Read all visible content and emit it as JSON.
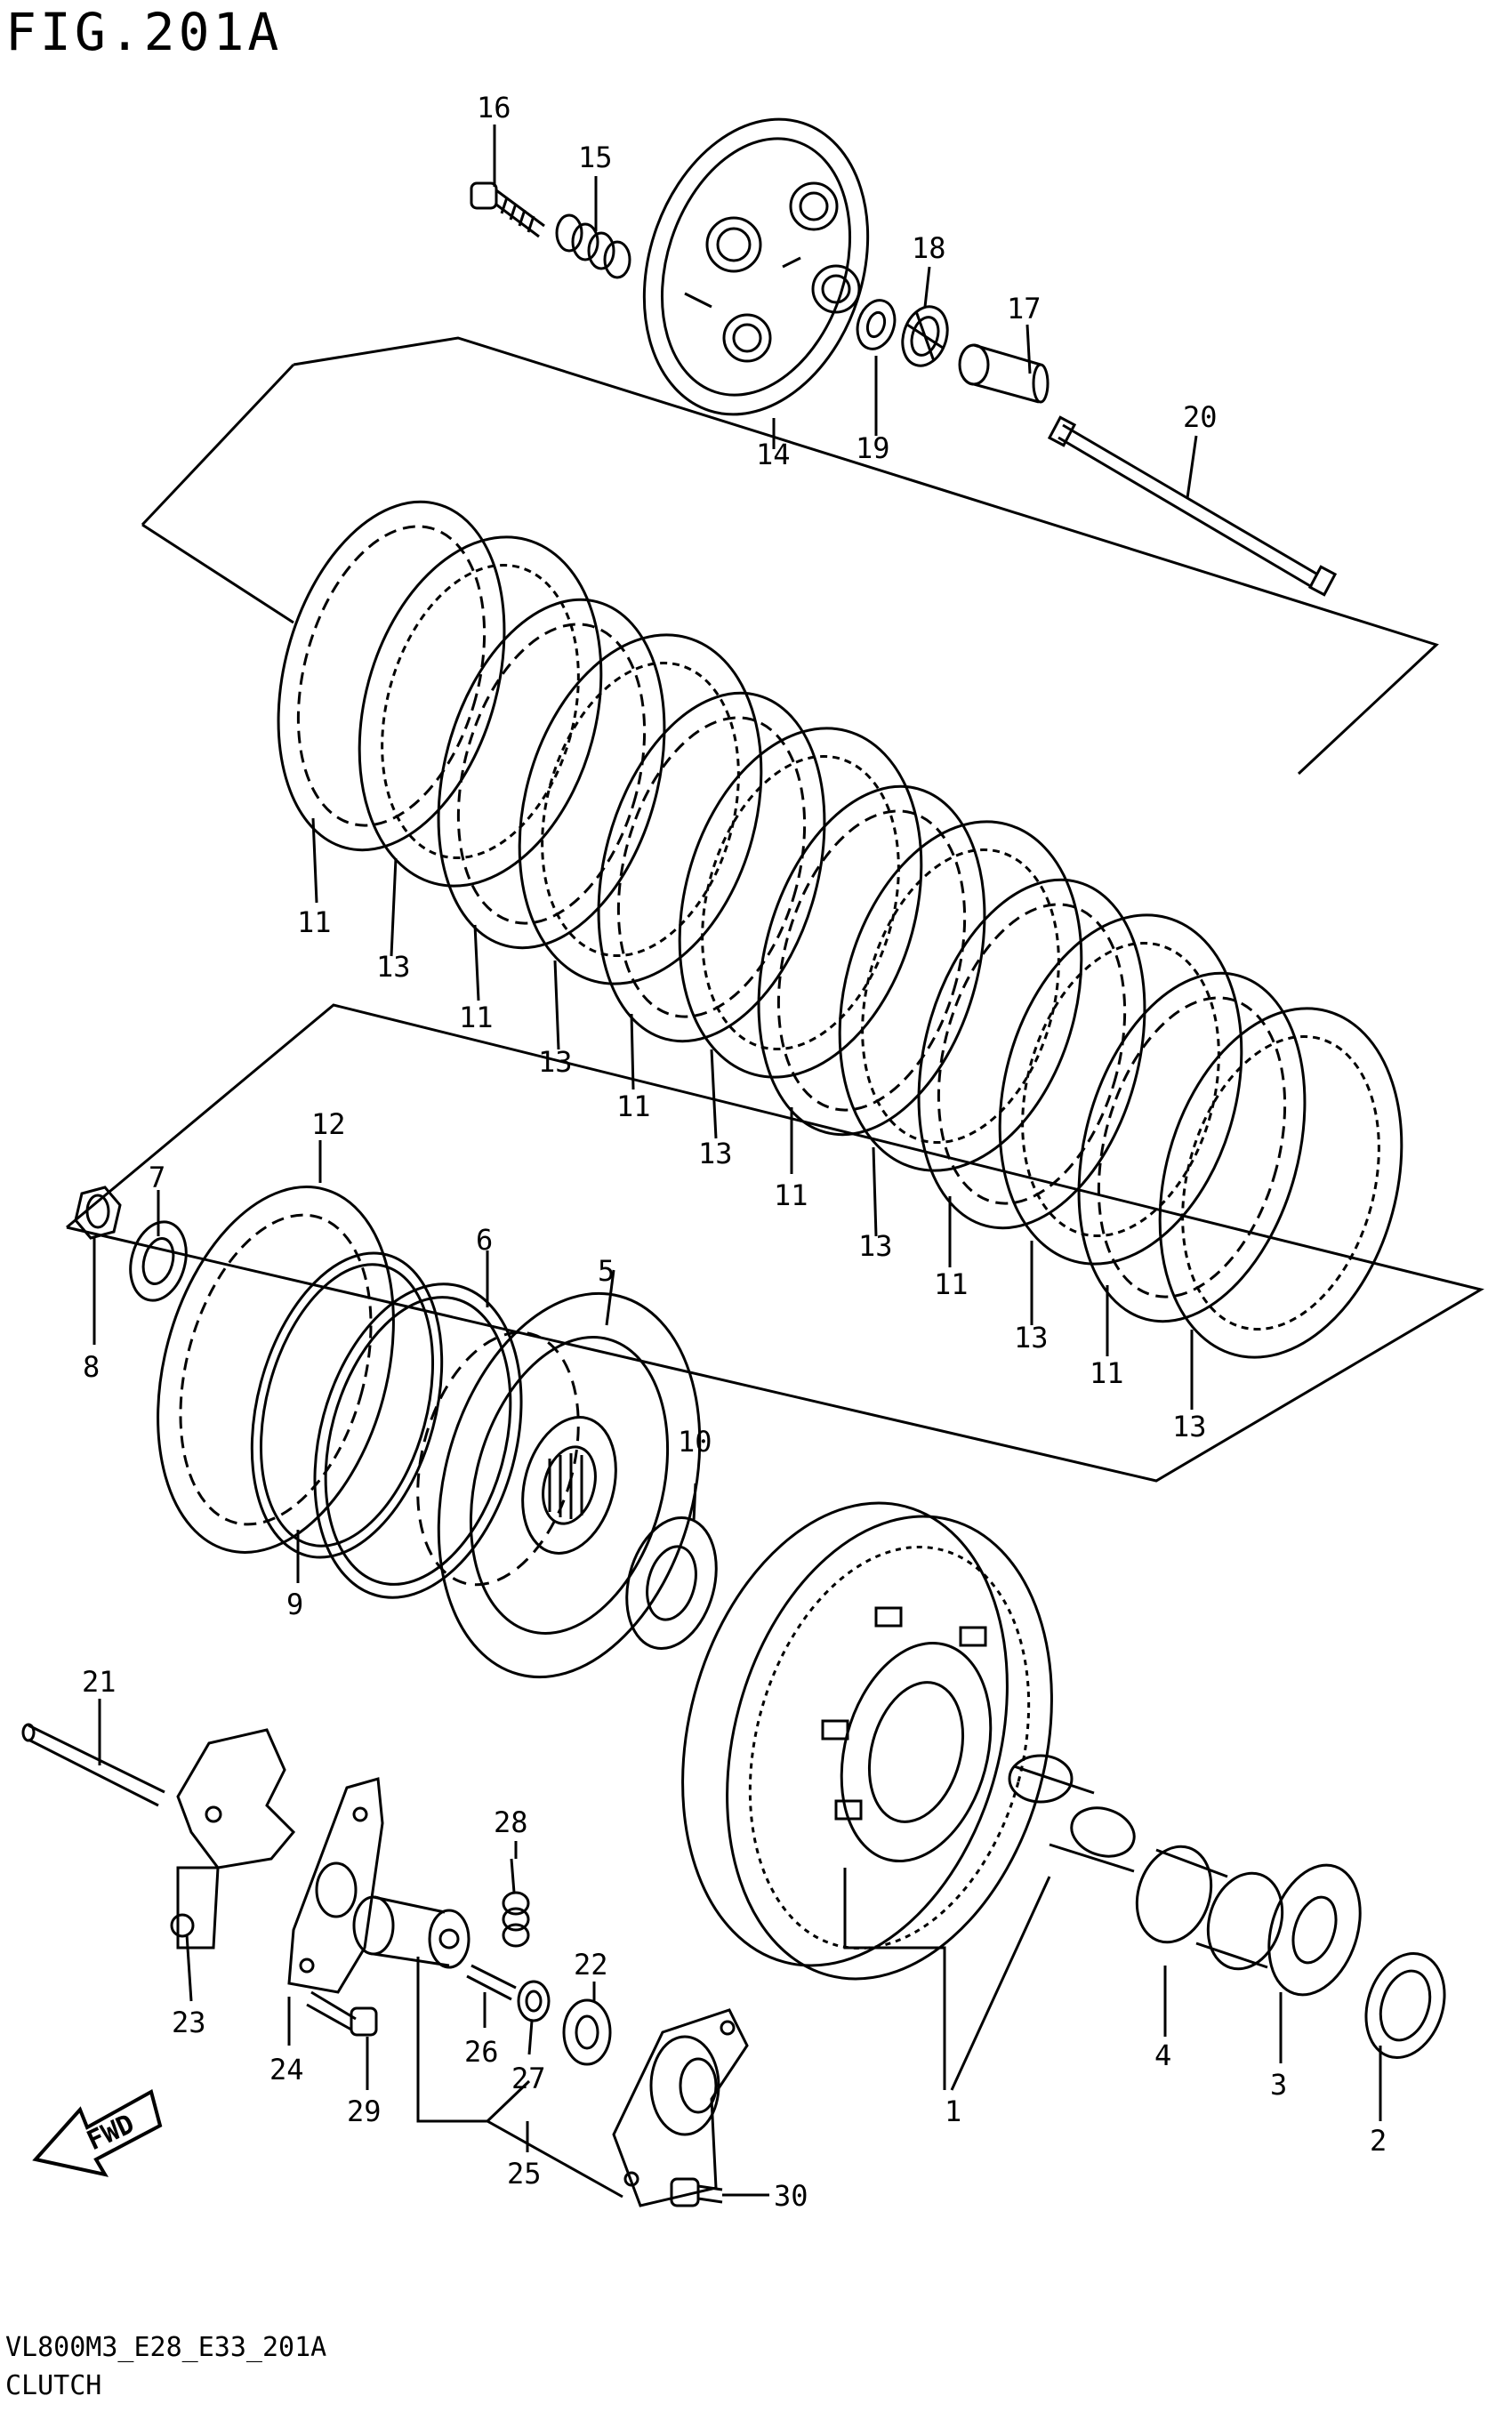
{
  "figure": {
    "title": "FIG.201A",
    "code": "VL800M3_E28_E33_201A",
    "name": "CLUTCH"
  },
  "fwd_label": "FWD",
  "callouts": [
    "1",
    "2",
    "3",
    "4",
    "5",
    "6",
    "7",
    "8",
    "9",
    "10",
    "11",
    "11",
    "11",
    "11",
    "11",
    "11",
    "12",
    "13",
    "13",
    "13",
    "13",
    "13",
    "13",
    "14",
    "15",
    "16",
    "17",
    "18",
    "19",
    "20",
    "21",
    "22",
    "23",
    "24",
    "25",
    "26",
    "27",
    "28",
    "29",
    "30"
  ]
}
